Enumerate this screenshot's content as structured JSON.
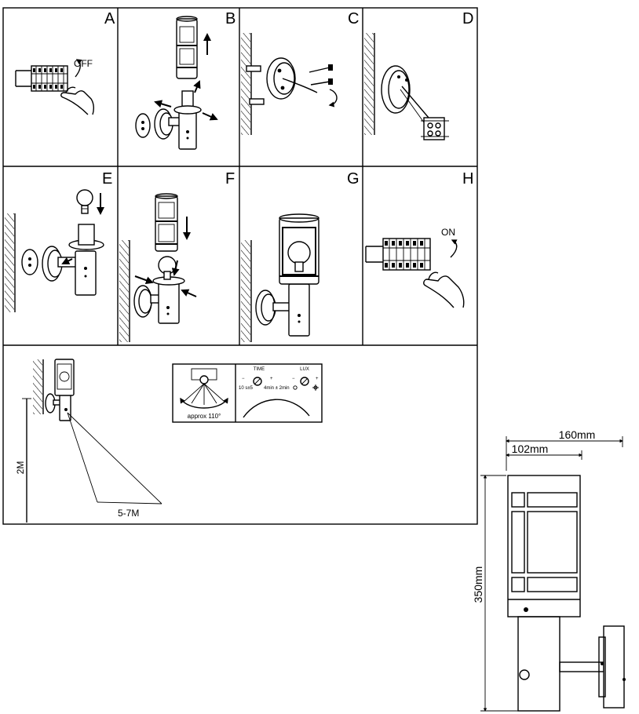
{
  "panels": [
    {
      "key": "A",
      "label": "A",
      "callout": "OFF"
    },
    {
      "key": "B",
      "label": "B"
    },
    {
      "key": "C",
      "label": "C"
    },
    {
      "key": "D",
      "label": "D"
    },
    {
      "key": "E",
      "label": "E"
    },
    {
      "key": "F",
      "label": "F"
    },
    {
      "key": "G",
      "label": "G"
    },
    {
      "key": "H",
      "label": "H",
      "callout": "ON"
    }
  ],
  "sensor": {
    "mount_height": "2M",
    "detection_range": "5-7M",
    "detection_angle": "approx 110°",
    "time_label": "TIME",
    "time_min": "10 s±5",
    "time_max": "4min ± 2min",
    "lux_label": "LUX",
    "minus": "−",
    "plus": "+"
  },
  "dimensions": {
    "depth_total": "160mm",
    "depth_body": "102mm",
    "height": "350mm"
  }
}
